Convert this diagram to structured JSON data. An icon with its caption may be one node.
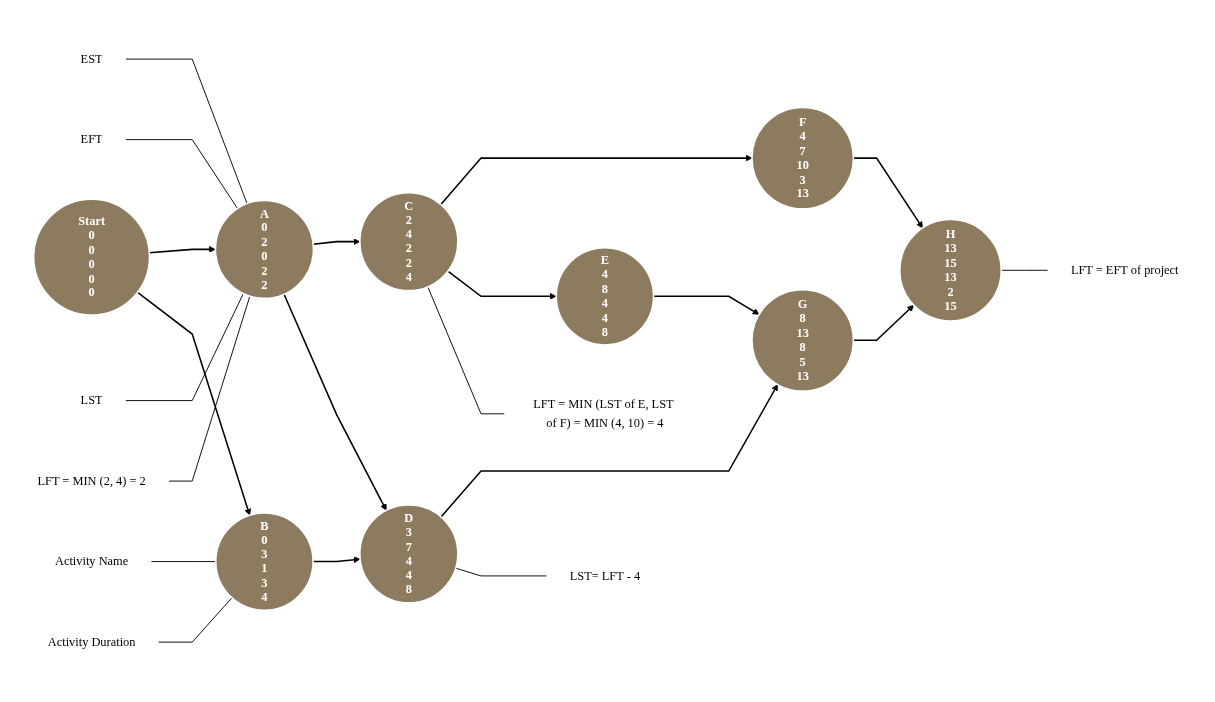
{
  "diagram": {
    "nodes": [
      {
        "text": [
          "EST"
        ]
      },
      {
        "text": [
          "EFT"
        ]
      },
      {
        "text": [
          "A",
          "0",
          "2",
          "0",
          "2",
          "2"
        ]
      },
      {
        "text": [
          "C",
          "2",
          "4",
          "2",
          "2",
          "4"
        ]
      },
      {
        "text": [
          "F",
          "4",
          "7",
          "10",
          "3",
          "13"
        ]
      },
      {
        "text": [
          "LST"
        ]
      },
      {
        "text": [
          "LFT = MIN (2, 4) = 2"
        ]
      },
      {
        "text": [
          "LFT = MIN (LST of E, LST of F) = MIN (4, 10) = 4"
        ]
      },
      {
        "text": [
          "Start",
          "0",
          "0",
          "0",
          "0",
          "0"
        ]
      },
      {
        "text": [
          "E",
          "4",
          "8",
          "4",
          "4",
          "8"
        ]
      },
      {
        "text": [
          "H",
          "13",
          "15",
          "13",
          "2",
          "15"
        ]
      },
      {
        "text": [
          "Activity Name"
        ]
      },
      {
        "text": [
          "B",
          "0",
          "3",
          "1",
          "3",
          "4"
        ]
      },
      {
        "text": [
          "D",
          "3",
          "7",
          "4",
          "4",
          "8"
        ]
      },
      {
        "text": [
          "G",
          "8",
          "13",
          "8",
          "5",
          "13"
        ]
      },
      {
        "text": [
          "LFT = EFT of project"
        ]
      },
      {
        "text": [
          "Activity Duration"
        ]
      },
      {
        "text": [
          "LST= LFT - 4"
        ]
      }
    ],
    "edges": [
      {
        "from": 8,
        "to": 2,
        "arrow": "to"
      },
      {
        "from": 8,
        "to": 12,
        "arrow": "to"
      },
      {
        "from": 2,
        "to": 3,
        "arrow": "to"
      },
      {
        "from": 2,
        "to": 13,
        "arrow": "to"
      },
      {
        "from": 12,
        "to": 13,
        "arrow": "to"
      },
      {
        "from": 3,
        "to": 4,
        "arrow": "to"
      },
      {
        "from": 3,
        "to": 9,
        "arrow": "to"
      },
      {
        "from": 13,
        "to": 14,
        "arrow": "to"
      },
      {
        "from": 9,
        "to": 14,
        "arrow": "to"
      },
      {
        "from": 4,
        "to": 10,
        "arrow": "to"
      },
      {
        "from": 14,
        "to": 10,
        "arrow": "to"
      },
      {
        "from": 0,
        "to": 2,
        "arrow": "none"
      },
      {
        "from": 1,
        "to": 2,
        "arrow": "none"
      },
      {
        "from": 5,
        "to": 2,
        "arrow": "none"
      },
      {
        "from": 6,
        "to": 2,
        "arrow": "none"
      },
      {
        "from": 7,
        "to": 3,
        "arrow": "none"
      },
      {
        "from": 11,
        "to": 12,
        "arrow": "none"
      },
      {
        "from": 16,
        "to": 12,
        "arrow": "none"
      },
      {
        "from": 17,
        "to": 13,
        "arrow": "none"
      },
      {
        "from": 15,
        "to": 10,
        "arrow": "none"
      }
    ]
  }
}
